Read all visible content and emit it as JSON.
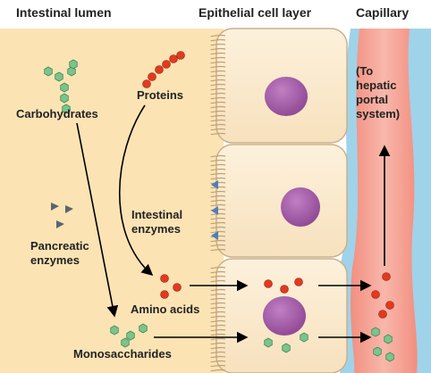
{
  "headers": {
    "lumen": "Intestinal lumen",
    "epithelium": "Epithelial cell layer",
    "capillary": "Capillary"
  },
  "labels": {
    "carbohydrates": "Carbohydrates",
    "proteins": "Proteins",
    "intestinal_enzymes_1": "Intestinal",
    "intestinal_enzymes_2": "enzymes",
    "pancreatic_enzymes_1": "Pancreatic",
    "pancreatic_enzymes_2": "enzymes",
    "amino_acids": "Amino acids",
    "monosaccharides": "Monosaccharides",
    "hepatic_1": "(To",
    "hepatic_2": "hepatic",
    "hepatic_3": "portal",
    "hepatic_4": "system)"
  },
  "colors": {
    "lumen": "#fbe3b4",
    "cell": "#fbebd0",
    "cell_border": "#c9b08a",
    "nucleus": "#a35ca6",
    "capillary": "#f3a497",
    "capillary_wall": "#9fd3ea",
    "amino_acid": "#e03a1f",
    "monosaccharide": "#7cc38c",
    "enzyme": "#5a6470"
  }
}
